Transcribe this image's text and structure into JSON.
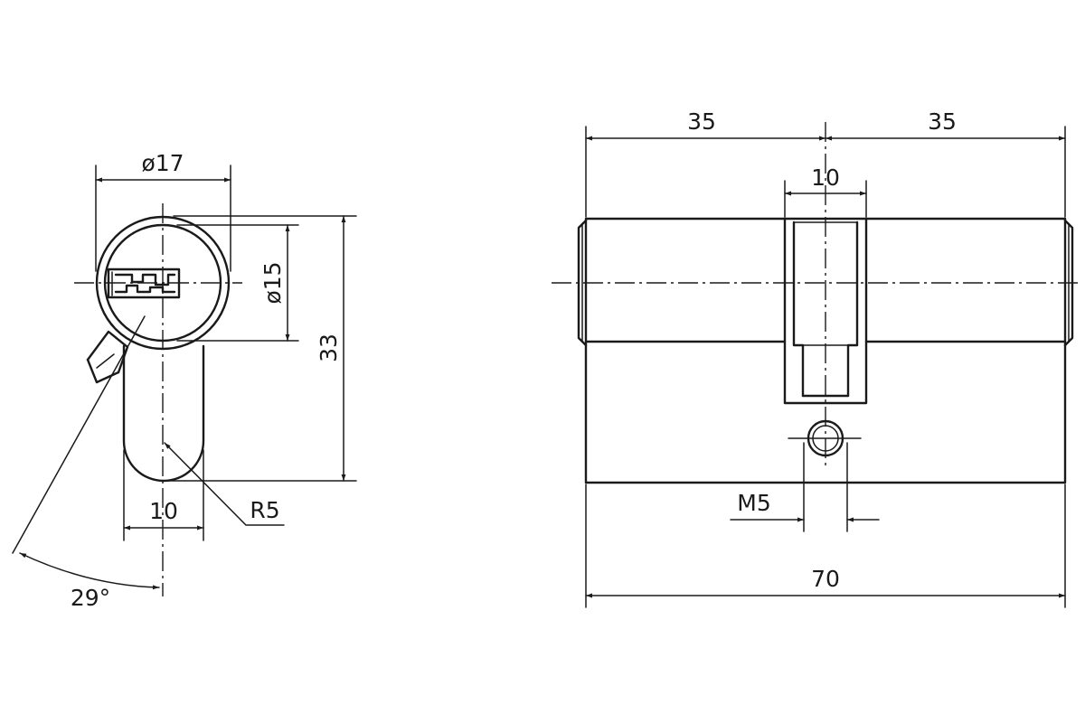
{
  "diagram": {
    "side_view": {
      "dim_diameter_outer": "ø17",
      "dim_diameter_plug": "ø15",
      "dim_height": "33",
      "dim_bottom_width": "10",
      "dim_radius": "R5",
      "dim_angle": "29°"
    },
    "front_view": {
      "dim_left_half": "35",
      "dim_right_half": "35",
      "dim_cam_width": "10",
      "dim_thread": "M5",
      "dim_total_length": "70"
    }
  }
}
